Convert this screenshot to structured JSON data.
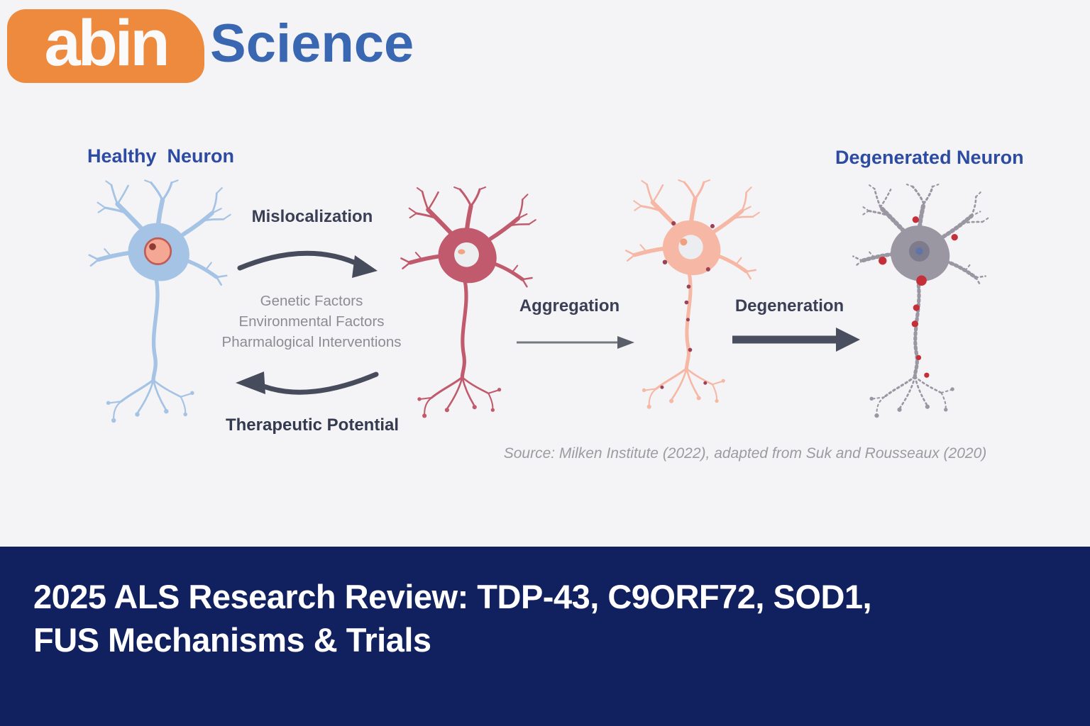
{
  "logo": {
    "brand": "abin",
    "suffix": "Science"
  },
  "diagram": {
    "healthy_label": "Healthy  Neuron",
    "degenerated_label": "Degenerated Neuron",
    "mislocalization_label": "Mislocalization",
    "factors": [
      "Genetic Factors",
      "Environmental Factors",
      "Pharmalogical Interventions"
    ],
    "therapeutic_label": "Therapeutic Potential",
    "aggregation_label": "Aggregation",
    "degeneration_label": "Degeneration",
    "source": "Source: Milken Institute (2022), adapted from Suk and Rousseaux (2020)",
    "stages": [
      "healthy",
      "mislocalized",
      "aggregated",
      "degenerated"
    ]
  },
  "banner": {
    "title_line1": "2025 ALS Research Review: TDP-43, C9ORF72, SOD1,",
    "title_line2": "FUS Mechanisms & Trials"
  },
  "colors": {
    "background": "#f4f4f6",
    "logo_orange": "#ed8a3e",
    "brand_blue": "#3a67b2",
    "neuron_label_blue": "#2d4ba2",
    "step_label_dark": "#3a3f55",
    "factors_gray": "#8c8c94",
    "source_gray": "#9b9ba0",
    "arrow_dark": "#474c5d",
    "arrow_thin_gray": "#75787f",
    "banner_navy": "#11205f",
    "banner_text": "#ffffff",
    "healthy_neuron_blue": "#a5c3e4",
    "mislocalized_neuron_rose": "#c05a6c",
    "aggregated_neuron_salmon": "#f6b7a5",
    "degenerated_neuron_gray": "#9a96a2",
    "aggregate_red": "#c42f38",
    "nucleus_pink": "#f4a893"
  }
}
